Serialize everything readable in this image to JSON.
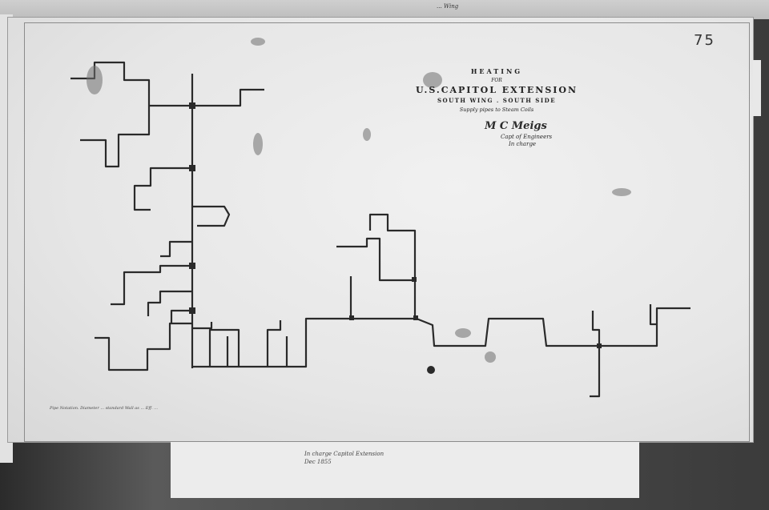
{
  "sheet": {
    "number": "75"
  },
  "title_block": {
    "heading": "HEATING",
    "connector": "FOR",
    "main": "U.S.CAPITOL EXTENSION",
    "sub": "SOUTH WING . SOUTH SIDE",
    "note": "Supply pipes to Steam Coils"
  },
  "signature": {
    "name": "M C Meigs",
    "title": "Capt of Engineers",
    "date": "In charge"
  },
  "footer_note": "Pipe Notation. Diameter ... standard Wall as ... Eff. ...",
  "label_slip": {
    "line1": "In charge Capitol Extension",
    "line2": "Dec 1855"
  },
  "top_scribble": "... Wing"
}
